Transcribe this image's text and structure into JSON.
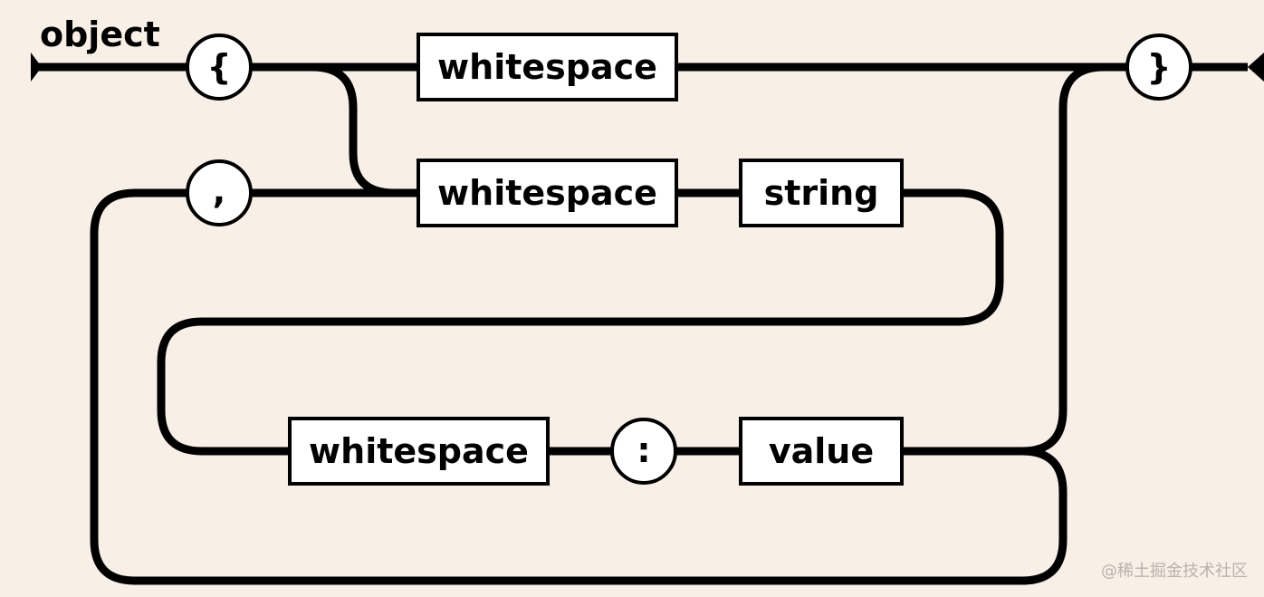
{
  "title": "object",
  "tokens": {
    "open_brace": "{",
    "close_brace": "}",
    "comma": ",",
    "colon": ":"
  },
  "boxes": {
    "ws_top": "whitespace",
    "ws_mid": "whitespace",
    "string": "string",
    "ws_low": "whitespace",
    "value": "value"
  },
  "watermark": "@稀土掘金技术社区",
  "colors": {
    "background": "#f8efe6",
    "line": "#000000",
    "box_fill": "#ffffff"
  }
}
